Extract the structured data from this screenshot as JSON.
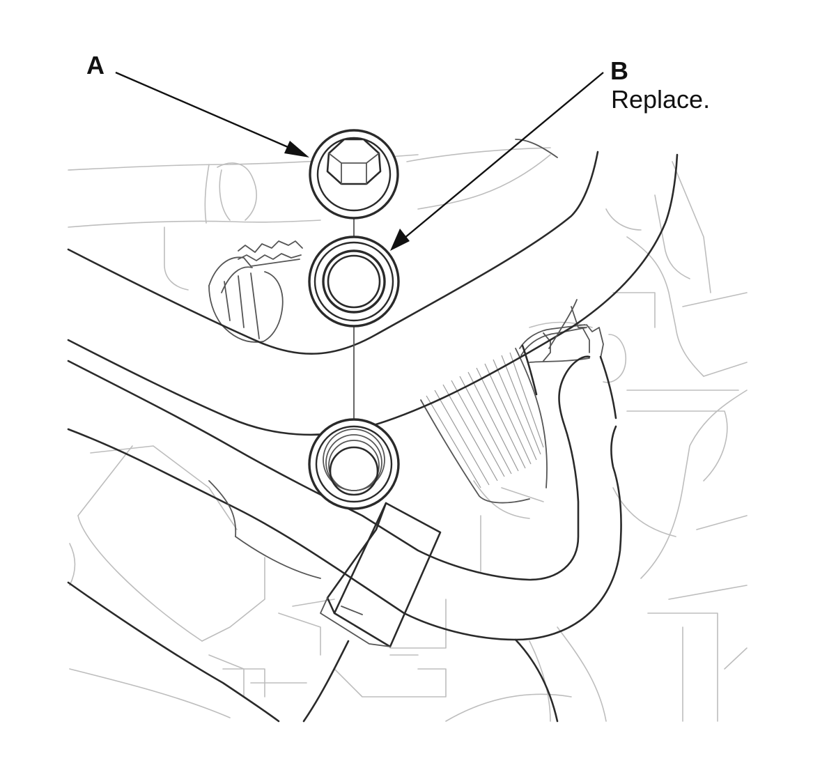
{
  "callouts": {
    "a": {
      "letter": "A"
    },
    "b": {
      "letter": "B",
      "note": "Replace."
    }
  },
  "colors": {
    "line": "#2a2a2a",
    "background_line": "#bdbdbd",
    "text": "#111111"
  }
}
